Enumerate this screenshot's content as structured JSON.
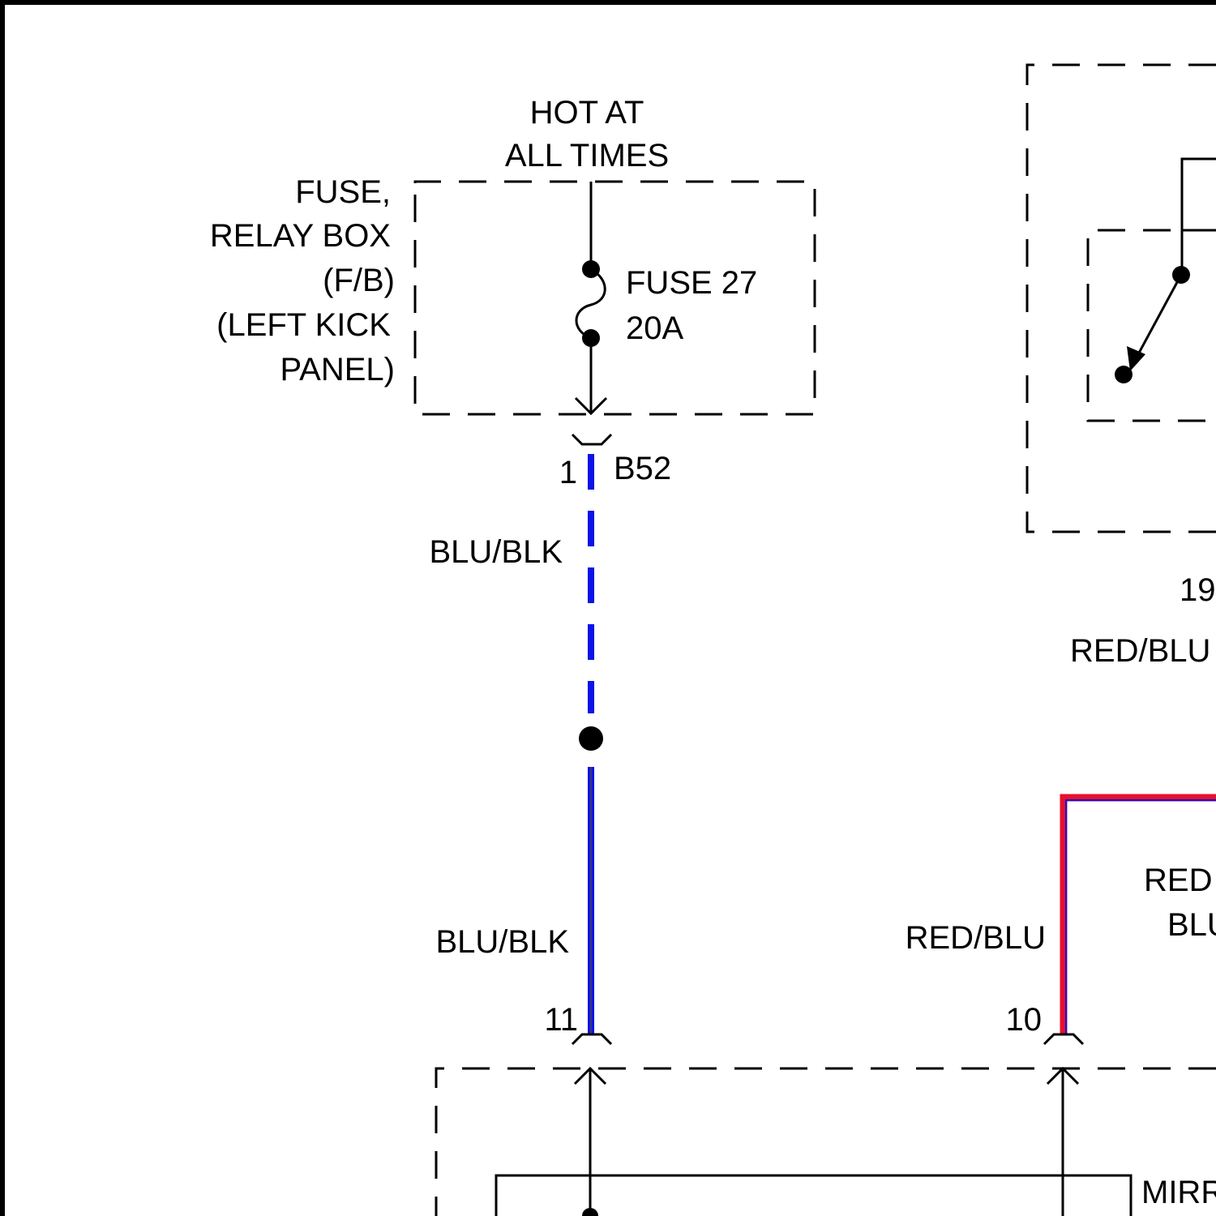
{
  "power_source": {
    "line1": "HOT AT",
    "line2": "ALL TIMES"
  },
  "fuse_box": {
    "lines": [
      "FUSE,",
      "RELAY BOX",
      "(F/B)",
      "(LEFT KICK",
      "PANEL)"
    ]
  },
  "fuse": {
    "name": "FUSE 27",
    "rating": "20A"
  },
  "connector_b52": {
    "id": "B52",
    "pin": "1"
  },
  "wires": {
    "blu_blk_upper": "BLU/BLK",
    "blu_blk_lower": "BLU/BLK",
    "red_blu_left": "RED/BLU",
    "red_blu_right_partial": "RED/BLU",
    "red_partial": "RED",
    "blu_partial": "BLU"
  },
  "colors": {
    "blu": "#0a14e6",
    "red": "#e8102a",
    "frame": "#000000"
  },
  "pins": {
    "pin_11": "11",
    "pin_10": "10",
    "pin_19_partial": "19"
  },
  "mirror_partial": "MIRR"
}
